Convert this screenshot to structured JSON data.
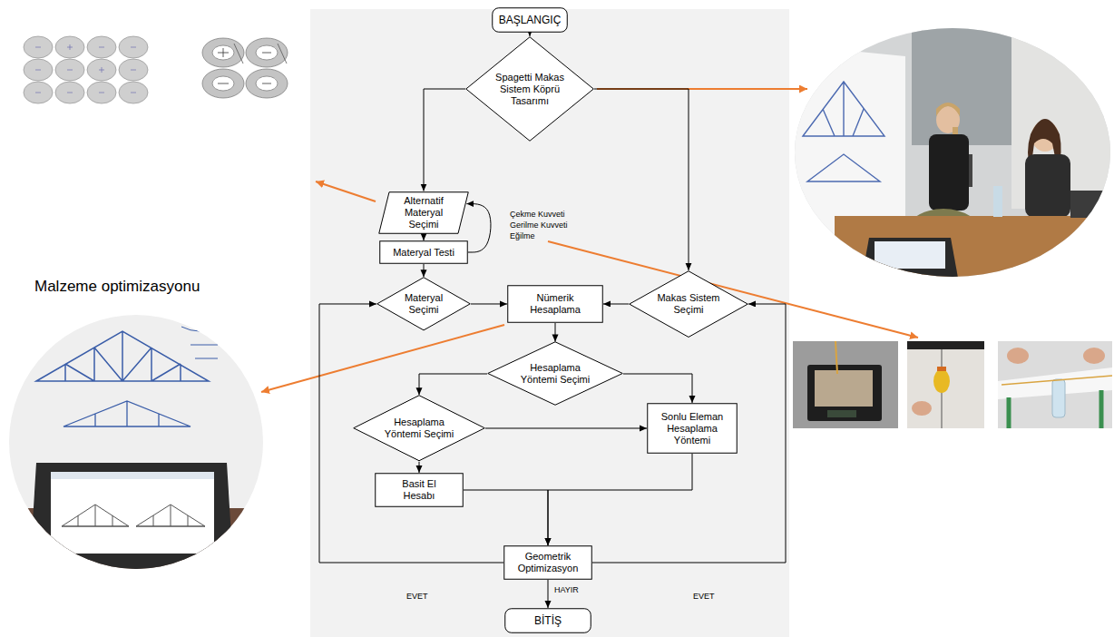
{
  "diagram": {
    "nodes": [
      {
        "text": [
          "BAŞLANGIÇ"
        ]
      },
      {
        "text": [
          "Spagetti Makas Sistem Köprü Tasarımı"
        ]
      },
      {
        "text": [
          "Alternatif Materyal Seçimi"
        ]
      },
      {
        "text": [
          "Materyal Testi"
        ]
      },
      {
        "text": [
          "Materyal Seçimi"
        ]
      },
      {
        "text": [
          "Nümerik Hesaplama"
        ]
      },
      {
        "text": [
          "Makas Sistem Seçimi"
        ]
      },
      {
        "text": [
          "Hesaplama Yöntemi Seçimi"
        ]
      },
      {
        "text": [
          "Hesaplama Yöntemi Seçimi"
        ]
      },
      {
        "text": [
          "Sonlu Eleman Hesaplama Yöntemi"
        ]
      },
      {
        "text": [
          "Basit El Hesabı"
        ]
      },
      {
        "text": [
          "Geometrik Optimizasyon"
        ]
      },
      {
        "text": [
          "BİTİŞ"
        ]
      }
    ],
    "edges": [
      {
        "from": 0,
        "to": 1,
        "arrow": "to"
      },
      {
        "from": 1,
        "to": 2,
        "arrow": "to"
      },
      {
        "from": 1,
        "to": 6,
        "arrow": "to"
      },
      {
        "from": 2,
        "to": 3,
        "arrow": "to"
      },
      {
        "from": 3,
        "to": 2,
        "arrow": "to"
      },
      {
        "from": 3,
        "to": 4,
        "arrow": "to"
      },
      {
        "from": 4,
        "to": 5,
        "arrow": "to"
      },
      {
        "from": 6,
        "to": 5,
        "arrow": "to"
      },
      {
        "from": 5,
        "to": 7,
        "arrow": "to"
      },
      {
        "from": 7,
        "to": 8,
        "arrow": "to"
      },
      {
        "from": 7,
        "to": 9,
        "arrow": "to"
      },
      {
        "from": 8,
        "to": 9,
        "arrow": "to"
      },
      {
        "from": 8,
        "to": 10,
        "arrow": "to"
      },
      {
        "from": 10,
        "to": 11,
        "arrow": "to"
      },
      {
        "from": 9,
        "to": 11,
        "arrow": "to"
      },
      {
        "from": 11,
        "to": 4,
        "label": "EVET",
        "arrow": "to"
      },
      {
        "from": 11,
        "to": 6,
        "label": "EVET",
        "arrow": "to"
      },
      {
        "from": 11,
        "to": 12,
        "label": "HAYIR",
        "arrow": "to"
      }
    ],
    "labels": [
      "Çekme Kuvveti",
      "Gerilme Kuvveti",
      "Eğilme",
      "Malzeme optimizasyonu"
    ]
  }
}
